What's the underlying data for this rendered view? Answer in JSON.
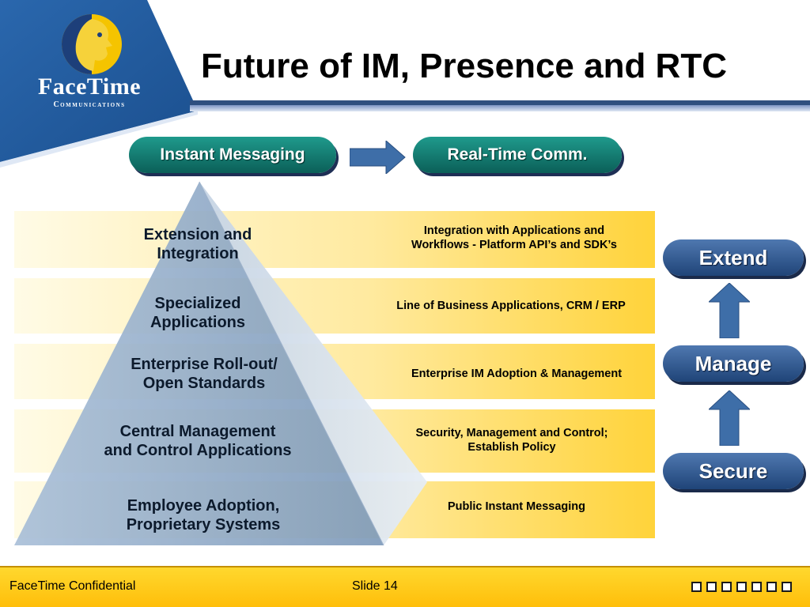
{
  "header": {
    "title": "Future of IM, Presence and RTC",
    "logo_name": "FaceTime",
    "logo_subtitle": "Communications"
  },
  "top": {
    "left_label": "Instant Messaging",
    "right_label": "Real-Time Comm."
  },
  "layers": [
    {
      "label": "Extension and\nIntegration",
      "description": "Integration with Applications and Workflows - Platform API’s and SDK’s"
    },
    {
      "label": "Specialized\nApplications",
      "description": "Line of Business Applications, CRM / ERP"
    },
    {
      "label": "Enterprise Roll-out/\nOpen Standards",
      "description": "Enterprise IM Adoption & Management"
    },
    {
      "label": "Central Management\nand Control Applications",
      "description": "Security, Management and Control; Establish Policy"
    },
    {
      "label": "Employee Adoption,\nProprietary Systems",
      "description": "Public Instant Messaging"
    }
  ],
  "stack": {
    "top": "Extend",
    "middle": "Manage",
    "bottom": "Secure"
  },
  "footer": {
    "left": "FaceTime Confidential",
    "slide": "Slide 14"
  },
  "colors": {
    "pill_green": "#0f6e66",
    "button_blue": "#2d5a91",
    "band_gold": "#ffd33a",
    "footer_gold": "#ffc617"
  }
}
